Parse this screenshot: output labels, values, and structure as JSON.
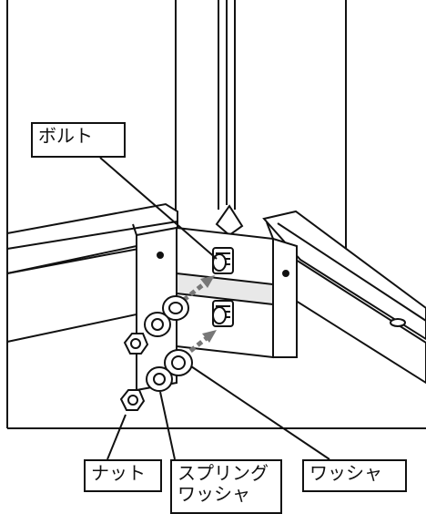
{
  "labels": {
    "bolt": "ボルト",
    "nut": "ナット",
    "spring_washer": "スプリング\nワッシャ",
    "washer": "ワッシャ"
  },
  "icons": [
    "bolt-icon",
    "nut-icon",
    "spring-washer-icon",
    "washer-icon",
    "insertion-arrow-icon"
  ],
  "colors": {
    "line": "#111111",
    "arrow": "#777777",
    "background": "#ffffff"
  }
}
